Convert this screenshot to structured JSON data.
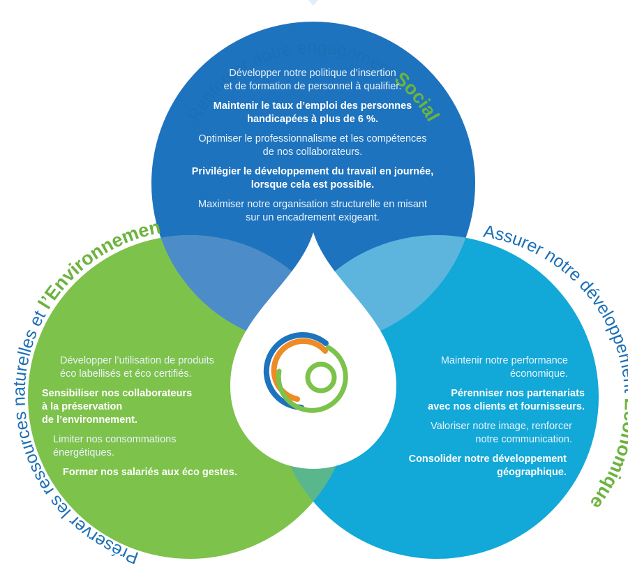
{
  "colors": {
    "social": "#1E73BE",
    "environment": "#7DC24B",
    "economic": "#12A8D8",
    "title_blue": "#1B6FB5",
    "title_green": "#6DB33F",
    "logo_blue": "#1E73BE",
    "logo_orange": "#F08A24",
    "logo_green": "#7DC24B"
  },
  "icons": {
    "center": "water-drop-icon",
    "logo": "concentric-circles-logo-icon"
  },
  "social": {
    "title_text": "Renforcer notre engagement ",
    "title_emphasis": "Social",
    "items": [
      "Développer notre politique d’insertion",
      "et de formation de personnel à qualifier.",
      "Maintenir le taux d’emploi des personnes",
      "handicapées à plus de 6 %.",
      "Optimiser le professionnalisme et les compétences",
      "de nos collaborateurs.",
      "Privilégier le développement du travail en journée,",
      "lorsque cela est possible.",
      "Maximiser notre organisation structurelle en misant",
      "sur un encadrement exigeant."
    ]
  },
  "environment": {
    "title_text": "Préserver les ressources naturelles et ",
    "title_emphasis": "l’Environnement",
    "items": [
      "Développer l’utilisation de produits",
      "éco labellisés et éco certifiés.",
      "Sensibiliser nos collaborateurs",
      "à la préservation",
      "de l’environnement.",
      "Limiter nos consommations",
      "énergétiques.",
      "Former nos salariés aux éco gestes."
    ]
  },
  "economic": {
    "title_text": "Assurer notre développement ",
    "title_emphasis": "Economique",
    "items": [
      "Maintenir notre performance",
      "économique.",
      "Pérenniser nos partenariats",
      "avec nos clients et fournisseurs.",
      "Valoriser notre image, renforcer",
      "notre communication.",
      "Consolider notre développement",
      "géographique."
    ]
  }
}
